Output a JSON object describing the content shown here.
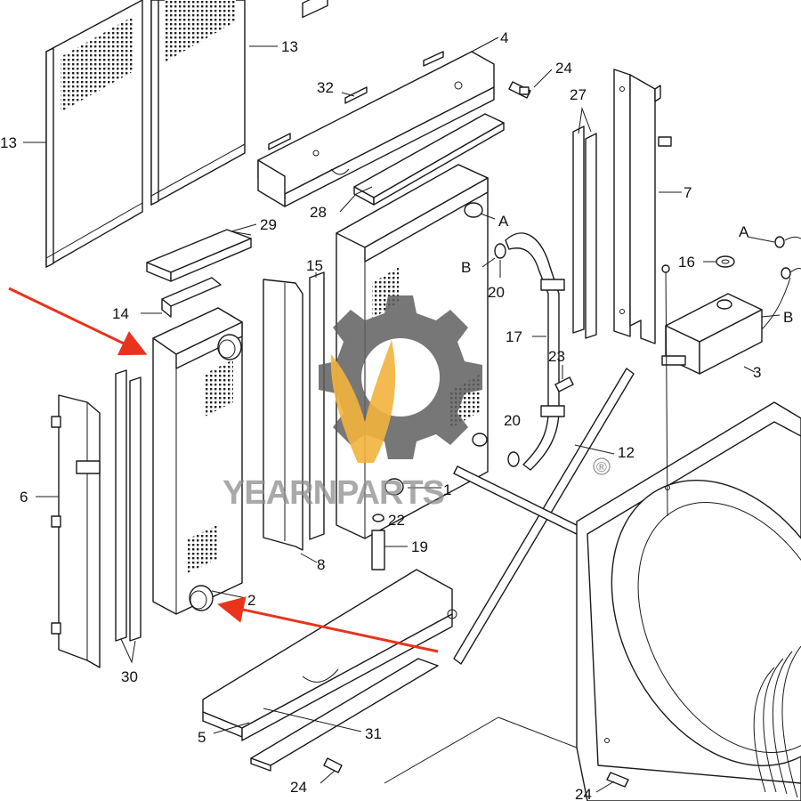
{
  "watermark": {
    "brand_text": "YEARNPARTS",
    "registered_mark": "®",
    "gear_color": "#5f5f5f",
    "flame_color": "#f2b33d"
  },
  "arrow_color": "#e8341c",
  "callouts": {
    "c13a": "13",
    "c13b": "13",
    "c4": "4",
    "c24a": "24",
    "c24b": "24",
    "c24c": "24",
    "c32": "32",
    "c27": "27",
    "c7": "7",
    "c28": "28",
    "c29": "29",
    "c15": "15",
    "cA1": "A",
    "cA2": "A",
    "cB1": "B",
    "cB2": "B",
    "c20a": "20",
    "c20b": "20",
    "c16": "16",
    "c14": "14",
    "c17": "17",
    "c23": "23",
    "c3": "3",
    "c6": "6",
    "c12": "12",
    "c1": "1",
    "c22": "22",
    "c19": "19",
    "c8": "8",
    "c2": "2",
    "c30": "30",
    "c5": "5",
    "c31": "31"
  }
}
